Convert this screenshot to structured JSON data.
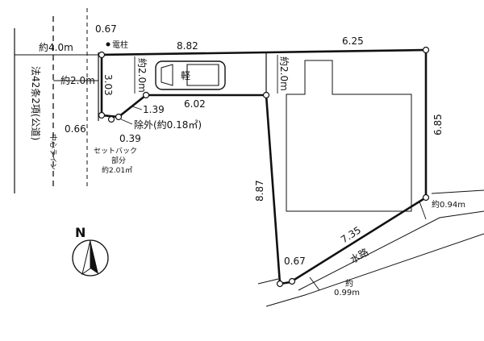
{
  "road": {
    "width_label": "約4.0m",
    "law_label": "法42条2項(公道)",
    "center_line_label": "中心ライン",
    "half_width_label": "約2.0m"
  },
  "pole": {
    "label": "電柱",
    "offset": "0.67"
  },
  "driveway": {
    "top": "8.82",
    "bottom": "6.02",
    "width_left": "約2.0m",
    "width_right": "約2.0m",
    "car_label": "軽"
  },
  "lot": {
    "left_edge": "3.03",
    "top_right": "6.25",
    "right_edge": "6.85",
    "long_left": "8.87",
    "bottom_diag": "7.35",
    "bottom_short": "0.67"
  },
  "excluded": {
    "cut": "1.39",
    "label": "除外(約0.18㎡)",
    "offset": "0.39"
  },
  "setback": {
    "offset": "0.66",
    "label_line1": "セットバック",
    "label_line2": "部分",
    "area": "約2.01㎡"
  },
  "waterway": {
    "label": "水路",
    "width_right": "約0.94m",
    "width_left_1": "約",
    "width_left_2": "0.99m"
  },
  "north": {
    "label": "N"
  },
  "colors": {
    "line": "#111111",
    "bg": "#ffffff"
  }
}
